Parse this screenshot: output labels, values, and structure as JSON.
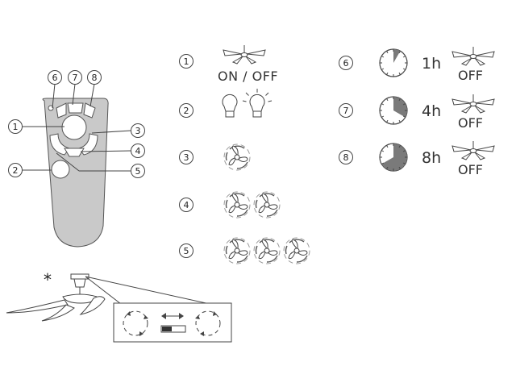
{
  "callouts": [
    "1",
    "2",
    "3",
    "4",
    "5",
    "6",
    "7",
    "8"
  ],
  "legend_left": [
    {
      "num": "1",
      "label": "ON / OFF",
      "icon": "ceiling-fan-icon"
    },
    {
      "num": "2",
      "icon": "light-bulb-icon"
    },
    {
      "num": "3",
      "count": 1,
      "icon": "fan-speed-icon"
    },
    {
      "num": "4",
      "count": 2,
      "icon": "fan-speed-icon"
    },
    {
      "num": "5",
      "count": 3,
      "icon": "fan-speed-icon"
    }
  ],
  "legend_right": [
    {
      "num": "6",
      "hours": "1h",
      "fraction": 0.0833,
      "off": "OFF"
    },
    {
      "num": "7",
      "hours": "4h",
      "fraction": 0.3333,
      "off": "OFF"
    },
    {
      "num": "8",
      "hours": "8h",
      "fraction": 0.6667,
      "off": "OFF"
    }
  ],
  "footnote": {
    "marker": "*"
  },
  "colors": {
    "remote": "#c9c9c9",
    "stroke": "#444444",
    "timer_fill": "#7a7a7a"
  }
}
